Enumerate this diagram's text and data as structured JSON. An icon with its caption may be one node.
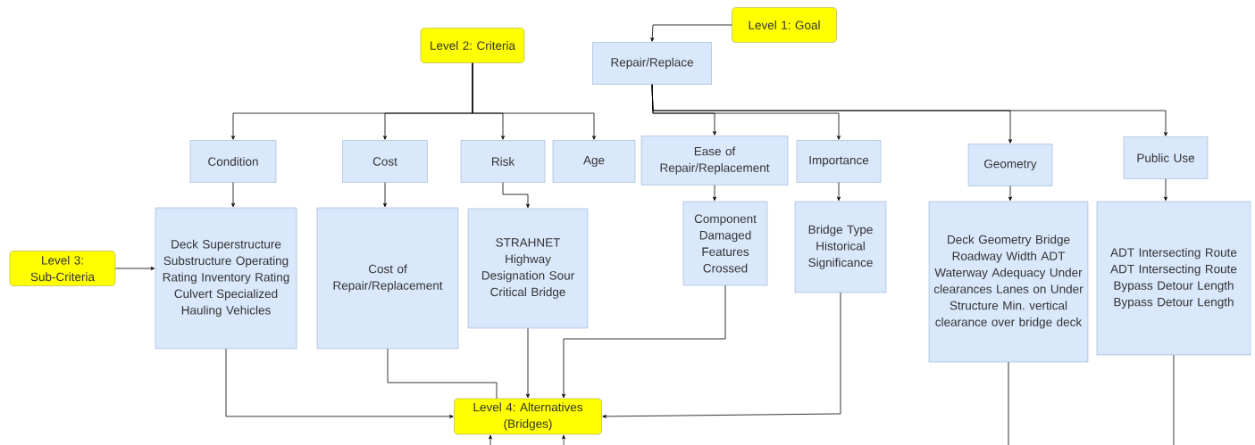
{
  "diagram": {
    "nodes": [
      {
        "text": [
          "Level 1: Goal"
        ]
      },
      {
        "text": [
          "Repair/Replace"
        ]
      },
      {
        "text": [
          "Level 2: Criteria"
        ]
      },
      {
        "text": [
          "Condition"
        ]
      },
      {
        "text": [
          "Cost"
        ]
      },
      {
        "text": [
          "Risk"
        ]
      },
      {
        "text": [
          "Age"
        ]
      },
      {
        "text": [
          "Ease of Repair/Replacement"
        ]
      },
      {
        "text": [
          "Importance"
        ]
      },
      {
        "text": [
          "Geometry"
        ]
      },
      {
        "text": [
          "Public Use"
        ]
      },
      {
        "text": [
          "Deck Superstructure Substructure Operating Rating Inventory Rating Culvert Specialized Hauling Vehicles"
        ]
      },
      {
        "text": [
          "Cost of Repair/Replacement"
        ]
      },
      {
        "text": [
          "STRAHNET Highway Designation Sour Critical Bridge"
        ]
      },
      {
        "text": [
          "Component Damaged Features Crossed"
        ]
      },
      {
        "text": [
          "Bridge Type Historical Significance"
        ]
      },
      {
        "text": [
          "Deck Geometry Bridge Roadway Width ADT Waterway Adequacy Under clearances Lanes on Under Structure Min. vertical clearance over bridge deck"
        ]
      },
      {
        "text": [
          "ADT Intersecting Route ADT Intersecting Route Bypass Detour Length Bypass Detour Length"
        ]
      },
      {
        "text": [
          "Level 3: Sub-Criteria"
        ]
      },
      {
        "text": [
          "Level 4: Alternatives (Bridges)"
        ]
      }
    ],
    "edges": [
      {
        "from": 0,
        "to": 1,
        "arrow": "to"
      },
      {
        "from": 2,
        "to": 3,
        "arrow": "to"
      },
      {
        "from": 2,
        "to": 4,
        "arrow": "to"
      },
      {
        "from": 2,
        "to": 5,
        "arrow": "to"
      },
      {
        "from": 2,
        "to": 6,
        "arrow": "to"
      },
      {
        "from": 1,
        "to": 7,
        "arrow": "to"
      },
      {
        "from": 1,
        "to": 8,
        "arrow": "to"
      },
      {
        "from": 1,
        "to": 9,
        "arrow": "to"
      },
      {
        "from": 1,
        "to": 10,
        "arrow": "to"
      },
      {
        "from": 18,
        "to": 11,
        "arrow": "to"
      },
      {
        "from": 3,
        "to": 11,
        "arrow": "to"
      },
      {
        "from": 4,
        "to": 12,
        "arrow": "to"
      },
      {
        "from": 5,
        "to": 13,
        "arrow": "to"
      },
      {
        "from": 7,
        "to": 14,
        "arrow": "to"
      },
      {
        "from": 8,
        "to": 15,
        "arrow": "to"
      },
      {
        "from": 9,
        "to": 16,
        "arrow": "to"
      },
      {
        "from": 10,
        "to": 17,
        "arrow": "to"
      },
      {
        "from": 11,
        "to": 19,
        "arrow": "to"
      },
      {
        "from": 12,
        "to": 19,
        "arrow": "none"
      },
      {
        "from": 13,
        "to": 19,
        "arrow": "to"
      },
      {
        "from": 14,
        "to": 19,
        "arrow": "to"
      },
      {
        "from": 15,
        "to": 19,
        "arrow": "to"
      },
      {
        "from": 16,
        "to": 19,
        "arrow": "to"
      },
      {
        "from": 17,
        "to": 19,
        "arrow": "to"
      }
    ]
  }
}
